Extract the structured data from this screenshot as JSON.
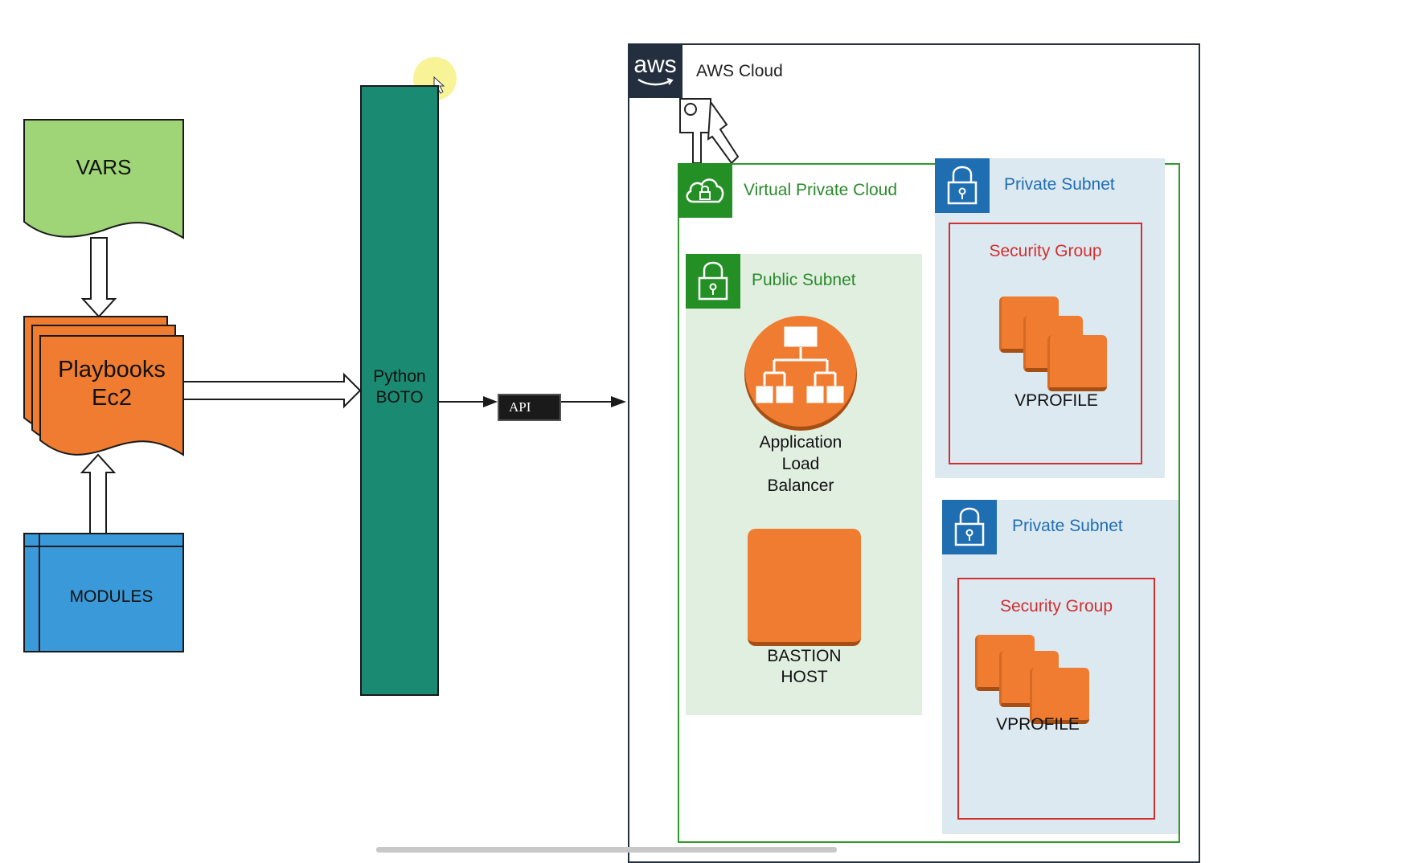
{
  "left": {
    "vars": "VARS",
    "playbooks_line1": "Playbooks",
    "playbooks_line2": "Ec2",
    "modules": "MODULES"
  },
  "boto": {
    "line1": "Python",
    "line2": "BOTO"
  },
  "api": {
    "label": "API"
  },
  "aws": {
    "logo": "aws",
    "cloud_label": "AWS Cloud",
    "vpc_label": "Virtual Private Cloud",
    "public_subnet_label": "Public Subnet",
    "alb_line1": "Application",
    "alb_line2": "Load",
    "alb_line3": "Balancer",
    "bastion_line1": "BASTION",
    "bastion_line2": "HOST",
    "private_subnet_1": "Private Subnet",
    "security_group_1": "Security Group",
    "vprofile_1": "VPROFILE",
    "private_subnet_2": "Private Subnet",
    "security_group_2": "Security Group",
    "vprofile_2": "VPROFILE"
  },
  "colors": {
    "vars": "#9fd576",
    "playbooks": "#ef7c31",
    "modules": "#3a9ad9",
    "boto": "#1b8a72",
    "aws_dark": "#232f3e",
    "vpc_green": "#248f24",
    "subnet_blue": "#1f6eb2",
    "security_red": "#d32f2f"
  }
}
